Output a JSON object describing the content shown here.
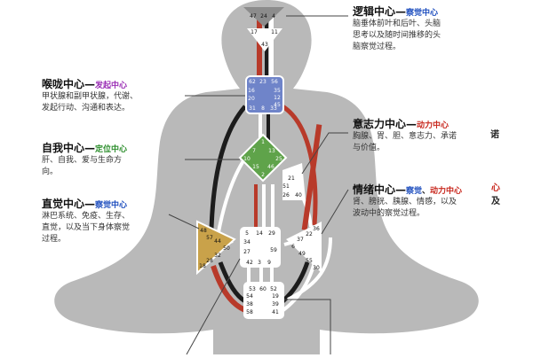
{
  "colors": {
    "body": "#b9b9b9",
    "head_center": "#8c8c8c",
    "throat_center": "#6f84c9",
    "self_center": "#5fa34a",
    "spleen_center": "#c9a24a",
    "white_center": "#ffffff",
    "channel_red": "#b83a2a",
    "channel_dark": "#1c1c1c",
    "tag_blue": "#1f4fbf",
    "tag_purple": "#9b2fb5",
    "tag_green": "#2e8f2e",
    "tag_red": "#c8281e"
  },
  "labels": {
    "head": {
      "main": "逻辑中心",
      "dash": "—",
      "tag": "察觉中心",
      "desc": [
        "脑垂体前叶和后叶、头脑",
        "思考以及随时间推移的头",
        "脑察觉过程。"
      ]
    },
    "throat": {
      "main": "喉咙中心",
      "dash": "—",
      "tag": "发起中心",
      "desc": [
        "甲状腺和副甲状腺，代谢、",
        "发起行动、沟通和表达。"
      ]
    },
    "self": {
      "main": "自我中心",
      "dash": "—",
      "tag": "定位中心",
      "desc": [
        "肝、自我、爱与生命方",
        "向。"
      ]
    },
    "spleen": {
      "main": "直觉中心",
      "dash": "—",
      "tag": "察觉中心",
      "desc": [
        "淋巴系统、免疫、生存、",
        "直觉，以及当下身体察觉",
        "过程。"
      ]
    },
    "will": {
      "main": "意志力中心",
      "dash": "—",
      "tag": "动力中心",
      "desc": [
        "胸腺、胃、胆、意志力、承诺",
        "与价值。"
      ]
    },
    "emotion": {
      "main": "情绪中心",
      "dash": "—",
      "tag": "察觉",
      "sep": "、",
      "tag2": "动力中心",
      "desc": [
        "肾、膀胱、胰腺、情感，以及",
        "波动中的察觉过程。"
      ]
    },
    "stray": {
      "a": "诺",
      "b": "心",
      "c": "及"
    }
  },
  "gates": {
    "head": [
      "47",
      "24",
      "4"
    ],
    "ajna": [
      "17",
      "11",
      "43"
    ],
    "throat": [
      "62",
      "23",
      "56",
      "16",
      "35",
      "12",
      "20",
      "45",
      "31",
      "8",
      "33"
    ],
    "g": [
      "1",
      "7",
      "13",
      "25",
      "10",
      "15",
      "46",
      "2"
    ],
    "ego": [
      "21",
      "51",
      "26",
      "40"
    ],
    "spleen": [
      "48",
      "57",
      "44",
      "50",
      "32",
      "28",
      "18"
    ],
    "sacral": [
      "5",
      "14",
      "29",
      "34",
      "27",
      "59",
      "42",
      "3",
      "9"
    ],
    "solar": [
      "36",
      "22",
      "37",
      "6",
      "49",
      "55",
      "30"
    ],
    "root": [
      "53",
      "60",
      "52",
      "54",
      "19",
      "38",
      "39",
      "58",
      "41"
    ]
  }
}
